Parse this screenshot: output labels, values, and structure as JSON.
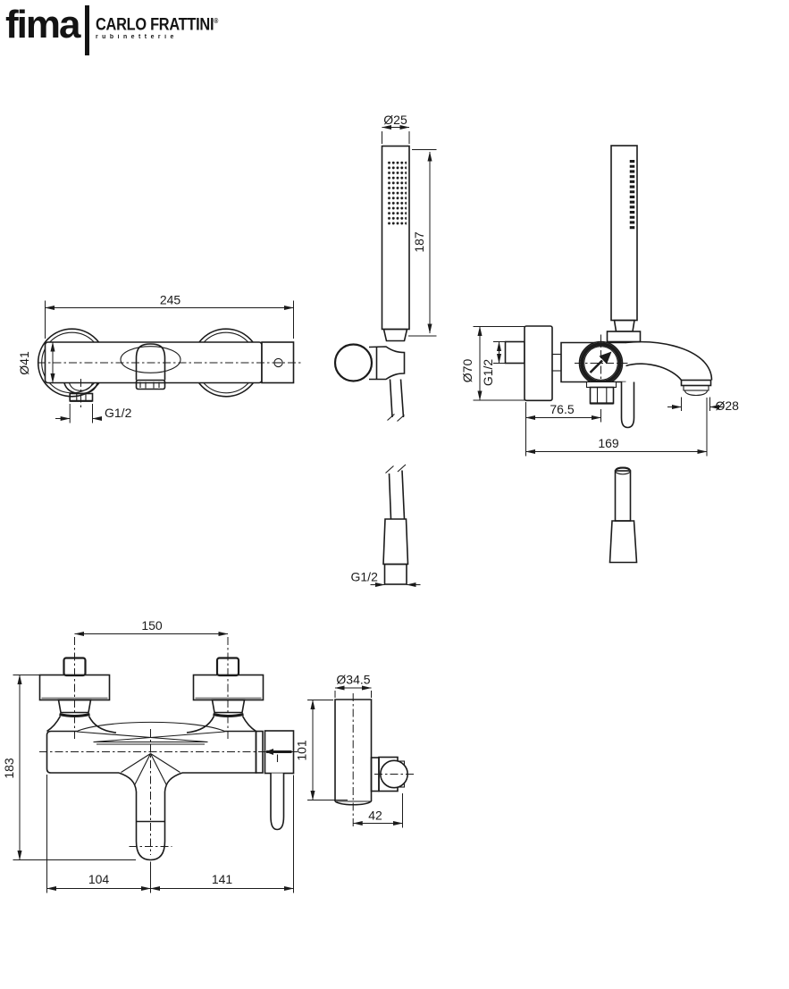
{
  "logo": {
    "brand": "fima",
    "name": "CARLO FRATTINI",
    "registered": "®",
    "tagline": "rubinetterie"
  },
  "views": {
    "handshower_front": {
      "title": "hand shower front view",
      "dims": {
        "diameter": "Ø25",
        "length": "187"
      }
    },
    "mixer_front_top": {
      "title": "thermostatic shower mixer front view",
      "dims": {
        "width": "245",
        "body_diameter": "Ø41",
        "outlet_thread": "G1/2"
      }
    },
    "mixer_side_top": {
      "title": "bath mixer side view",
      "dims": {
        "flange_diameter": "Ø70",
        "inlet_thread": "G1/2",
        "wall_to_handle": "76.5",
        "total_depth": "169",
        "spout_diameter": "Ø28"
      }
    },
    "hose_detail": {
      "title": "hose end detail",
      "dims": {
        "thread": "G1/2"
      }
    },
    "mixer_front_bottom": {
      "title": "bath mixer front view",
      "dims": {
        "inlet_centers": "150",
        "height": "183",
        "center_to_left": "104",
        "center_to_right": "141"
      }
    },
    "mixer_side_bottom": {
      "title": "bath mixer side view",
      "dims": {
        "body_diameter": "Ø34.5",
        "body_height": "101",
        "handle_offset": "42"
      }
    }
  },
  "colors": {
    "line": "#1b1b1b",
    "background": "#ffffff"
  }
}
